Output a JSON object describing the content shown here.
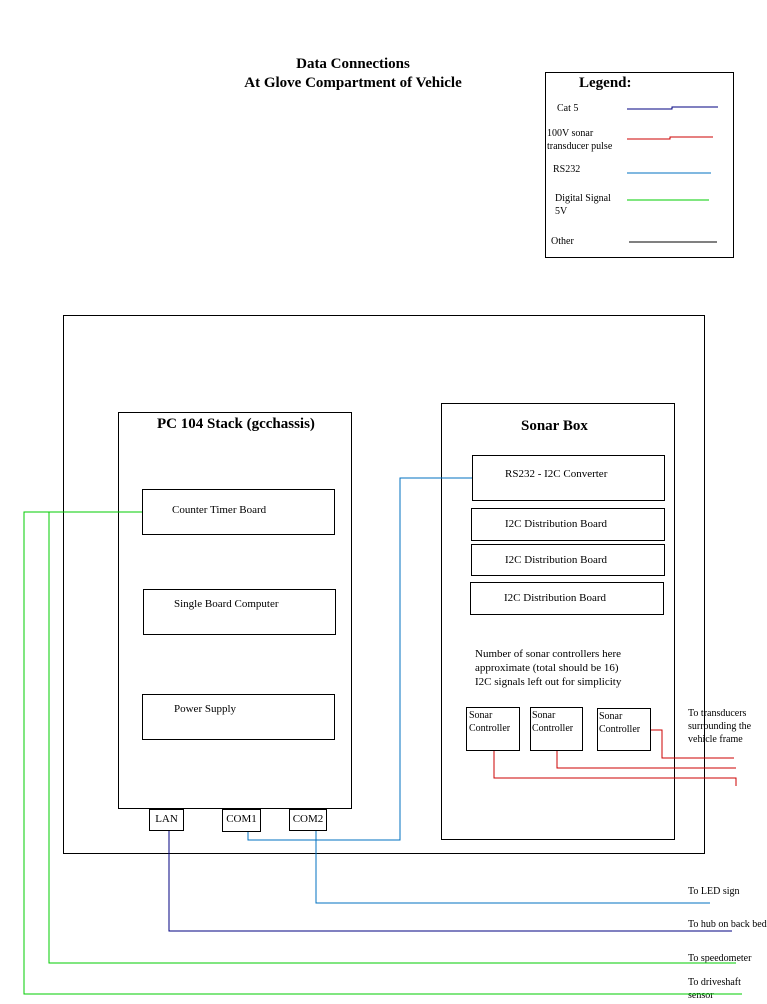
{
  "title": {
    "line1": "Data Connections",
    "line2": "At Glove Compartment of Vehicle"
  },
  "legend": {
    "heading": "Legend:",
    "items": [
      {
        "label": "Cat 5",
        "color": "#000080"
      },
      {
        "label": "100V sonar transducer pulse",
        "color": "#cc0000"
      },
      {
        "label": "RS232",
        "color": "#0070c0"
      },
      {
        "label": "Digital Signal 5V",
        "color": "#00cc00"
      },
      {
        "label": "Other",
        "color": "#000000"
      }
    ]
  },
  "pc104": {
    "title": "PC 104 Stack (gcchassis)",
    "boards": [
      "Counter Timer Board",
      "Single Board Computer",
      "Power Supply"
    ],
    "ports": [
      "LAN",
      "COM1",
      "COM2"
    ]
  },
  "sonar_box": {
    "title": "Sonar Box",
    "converter": "RS232 - I2C Converter",
    "distribution_boards": [
      "I2C Distribution Board",
      "I2C Distribution Board",
      "I2C Distribution Board"
    ],
    "note_lines": [
      "Number of sonar controllers here",
      "approximate (total should be 16)",
      "I2C signals left out for simplicity"
    ],
    "controllers": [
      "Sonar Controller",
      "Sonar Controller",
      "Sonar Controller"
    ]
  },
  "destinations": {
    "transducers": "To transducers surrounding the vehicle frame",
    "led_sign": "To LED sign",
    "hub": "To hub on back bed",
    "speedometer": "To speedometer",
    "driveshaft": "To driveshaft sensor"
  }
}
